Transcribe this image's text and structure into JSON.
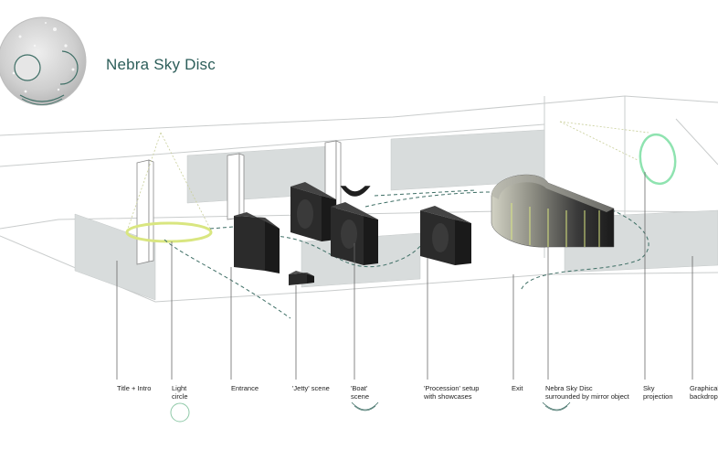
{
  "header": {
    "title": "Nebra Sky Disc"
  },
  "labels": {
    "title_intro": "Title + Intro",
    "light_circle": "Light\ncircle",
    "entrance": "Entrance",
    "jetty": "'Jetty' scene",
    "boat": "'Boat'\nscene",
    "procession": "'Procession' setup\nwith showcases",
    "exit": "Exit",
    "nebra": "Nebra Sky Disc\nsurrounded by mirror object",
    "sky": "Sky\nprojection",
    "graphic": "Graphical\nbackdrop"
  },
  "colors": {
    "accent": "#2d5e5a",
    "path": "#3f6f66",
    "light": "#d9e680",
    "sky_glow": "#8fe3b0",
    "panel": "#d8dcdc",
    "box": "#2b2b2b"
  }
}
